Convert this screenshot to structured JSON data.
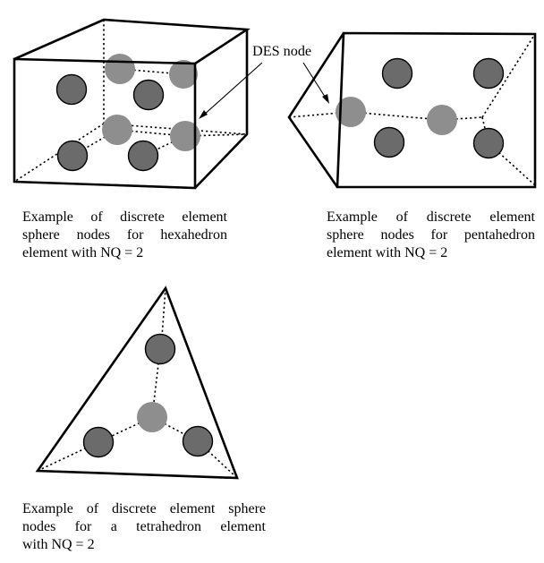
{
  "annotation": {
    "label": "DES node"
  },
  "captions": {
    "hexahedron": [
      "Example of discrete element",
      "sphere nodes for hexahedron",
      "element with NQ = 2"
    ],
    "pentahedron": [
      "Example of discrete element",
      "sphere nodes for pentahedron",
      "element with NQ = 2"
    ],
    "tetrahedron": [
      "Example of discrete element sphere",
      "nodes for a tetrahedron element",
      "with NQ = 2"
    ]
  }
}
